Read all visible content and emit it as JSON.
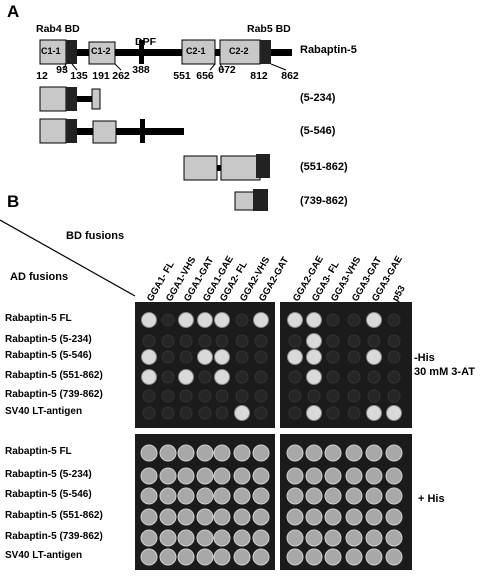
{
  "panel_a": {
    "letter": "A",
    "top_labels": {
      "rab4": "Rab4 BD",
      "dpf": "DPF",
      "rab5": "Rab5 BD"
    },
    "domains": [
      "C1-1",
      "C1-2",
      "C2-1",
      "C2-2"
    ],
    "positions": [
      "12",
      "93",
      "135",
      "191",
      "262",
      "388",
      "551",
      "656",
      "672",
      "812",
      "862"
    ],
    "constructs": [
      "Rabaptin-5",
      "(5-234)",
      "(5-546)",
      "(551-862)",
      "(739-862)"
    ]
  },
  "panel_b": {
    "letter": "B",
    "bd_title": "BD fusions",
    "ad_title": "AD fusions",
    "columns": [
      "GGA1- FL",
      "GGA1-VHS",
      "GGA1-GAT",
      "GGA1-GAE",
      "GGA2- FL",
      "GGA2-VHS",
      "GGA2-GAT",
      "GGA2-GAE",
      "GGA3- FL",
      "GGA3-VHS",
      "GGA3-GAT",
      "GGA3-GAE",
      "p53"
    ],
    "rows": [
      "Rabaptin-5 FL",
      "Rabaptin-5 (5-234)",
      "Rabaptin-5 (5-546)",
      "Rabaptin-5 (551-862)",
      "Rabaptin-5 (739-862)",
      "SV40 LT-antigen"
    ],
    "condition1_line1": "-His",
    "condition1_line2": "30 mM 3-AT",
    "condition2": "+ His",
    "growth_minus_his": [
      [
        1,
        0,
        1,
        1,
        1,
        0,
        1,
        1,
        1,
        0,
        0,
        1,
        0
      ],
      [
        0,
        0,
        0,
        0,
        0,
        0,
        0,
        0,
        1,
        0,
        0,
        0,
        0
      ],
      [
        1,
        0,
        0,
        1,
        1,
        0,
        0,
        1,
        1,
        0,
        0,
        1,
        0
      ],
      [
        1,
        0,
        1,
        0,
        1,
        0,
        0,
        0,
        1,
        0,
        0,
        0,
        0
      ],
      [
        0,
        0,
        0,
        0,
        0,
        0,
        0,
        0,
        0,
        0,
        0,
        0,
        0
      ],
      [
        0,
        0,
        0,
        0,
        0,
        1,
        0,
        0,
        1,
        0,
        0,
        1,
        1
      ]
    ]
  }
}
